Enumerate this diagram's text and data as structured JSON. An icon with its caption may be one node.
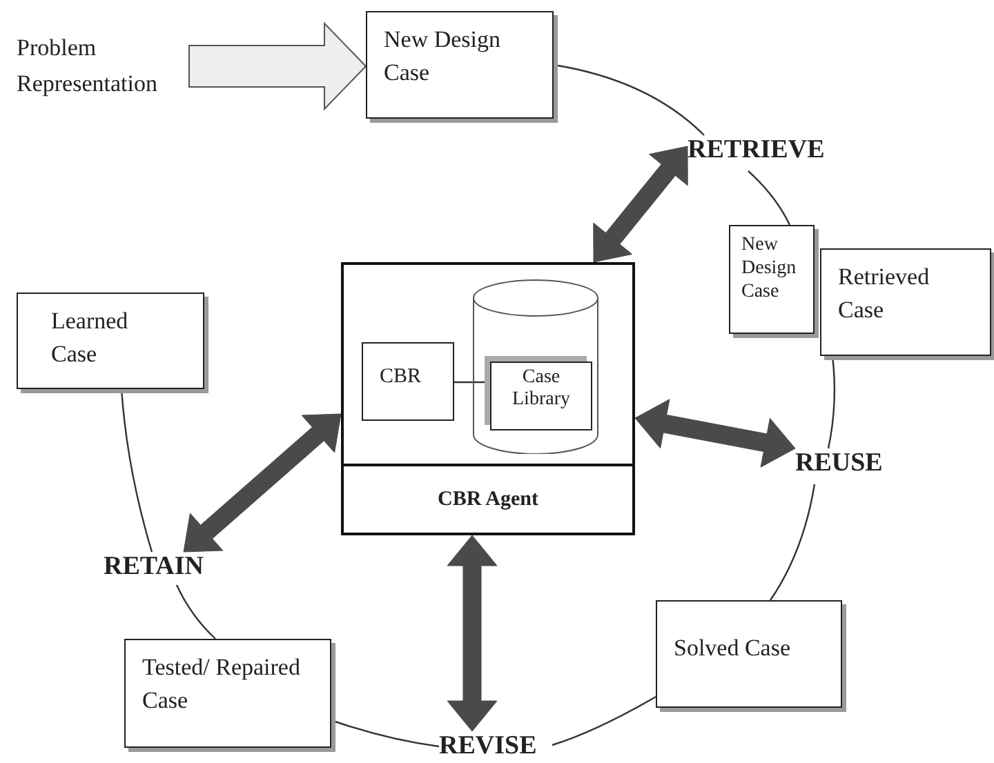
{
  "diagram": {
    "nodes": [
      {
        "text": [
          "Problem Representation"
        ]
      },
      {
        "text": [
          "New Design Case"
        ]
      },
      {
        "text": [
          "RETRIEVE"
        ]
      },
      {
        "text": [
          "New Design Case"
        ]
      },
      {
        "text": [
          "Retrieved Case"
        ]
      },
      {
        "text": [
          "REUSE"
        ]
      },
      {
        "text": [
          "Solved Case"
        ]
      },
      {
        "text": [
          "REVISE"
        ]
      },
      {
        "text": [
          "Tested/ Repaired Case"
        ]
      },
      {
        "text": [
          "RETAIN"
        ]
      },
      {
        "text": [
          "Learned Case"
        ]
      },
      {
        "text": [
          "CBR Agent"
        ]
      },
      {
        "text": [
          "CBR"
        ],
        "in": 11
      },
      {
        "text": [],
        "shape": "cylinder",
        "in": 11
      },
      {
        "text": [
          "Case Library"
        ],
        "in": 13
      }
    ],
    "edges": [
      {
        "from": 0,
        "to": 1,
        "arrow": "to",
        "style": "thick",
        "color": "#eeeeee"
      },
      {
        "from": 1,
        "to": 2,
        "arrow": "none"
      },
      {
        "from": 2,
        "to": 3,
        "arrow": "none"
      },
      {
        "from": 4,
        "to": 5,
        "arrow": "none"
      },
      {
        "from": 5,
        "to": 6,
        "arrow": "none"
      },
      {
        "from": 6,
        "to": 7,
        "arrow": "none"
      },
      {
        "from": 7,
        "to": 8,
        "arrow": "none"
      },
      {
        "from": 8,
        "to": 9,
        "arrow": "none"
      },
      {
        "from": 9,
        "to": 10,
        "arrow": "none"
      },
      {
        "from": 11,
        "to": 2,
        "arrow": "both",
        "style": "thick",
        "color": "#4a4a4a"
      },
      {
        "from": 11,
        "to": 5,
        "arrow": "both",
        "style": "thick",
        "color": "#4a4a4a"
      },
      {
        "from": 11,
        "to": 7,
        "arrow": "both",
        "style": "thick",
        "color": "#4a4a4a"
      },
      {
        "from": 11,
        "to": 9,
        "arrow": "both",
        "style": "thick",
        "color": "#4a4a4a"
      },
      {
        "from": 12,
        "to": 14,
        "arrow": "none"
      }
    ]
  }
}
